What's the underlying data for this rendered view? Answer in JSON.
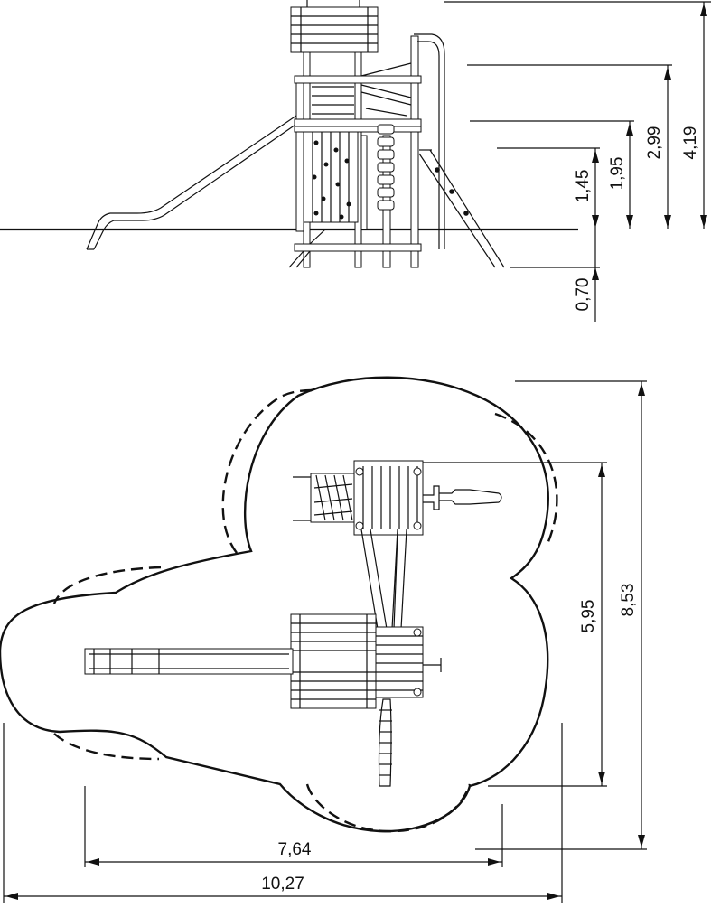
{
  "side_view": {
    "heights": {
      "total_height": "4,19",
      "roof_height": "2,99",
      "rail_height": "1,95",
      "platform_height": "1,45",
      "foundation_depth": "0,70"
    }
  },
  "plan_view": {
    "dimensions": {
      "safety_depth": "8,53",
      "structure_depth": "5,95",
      "structure_width": "7,64",
      "safety_width": "10,27"
    }
  }
}
